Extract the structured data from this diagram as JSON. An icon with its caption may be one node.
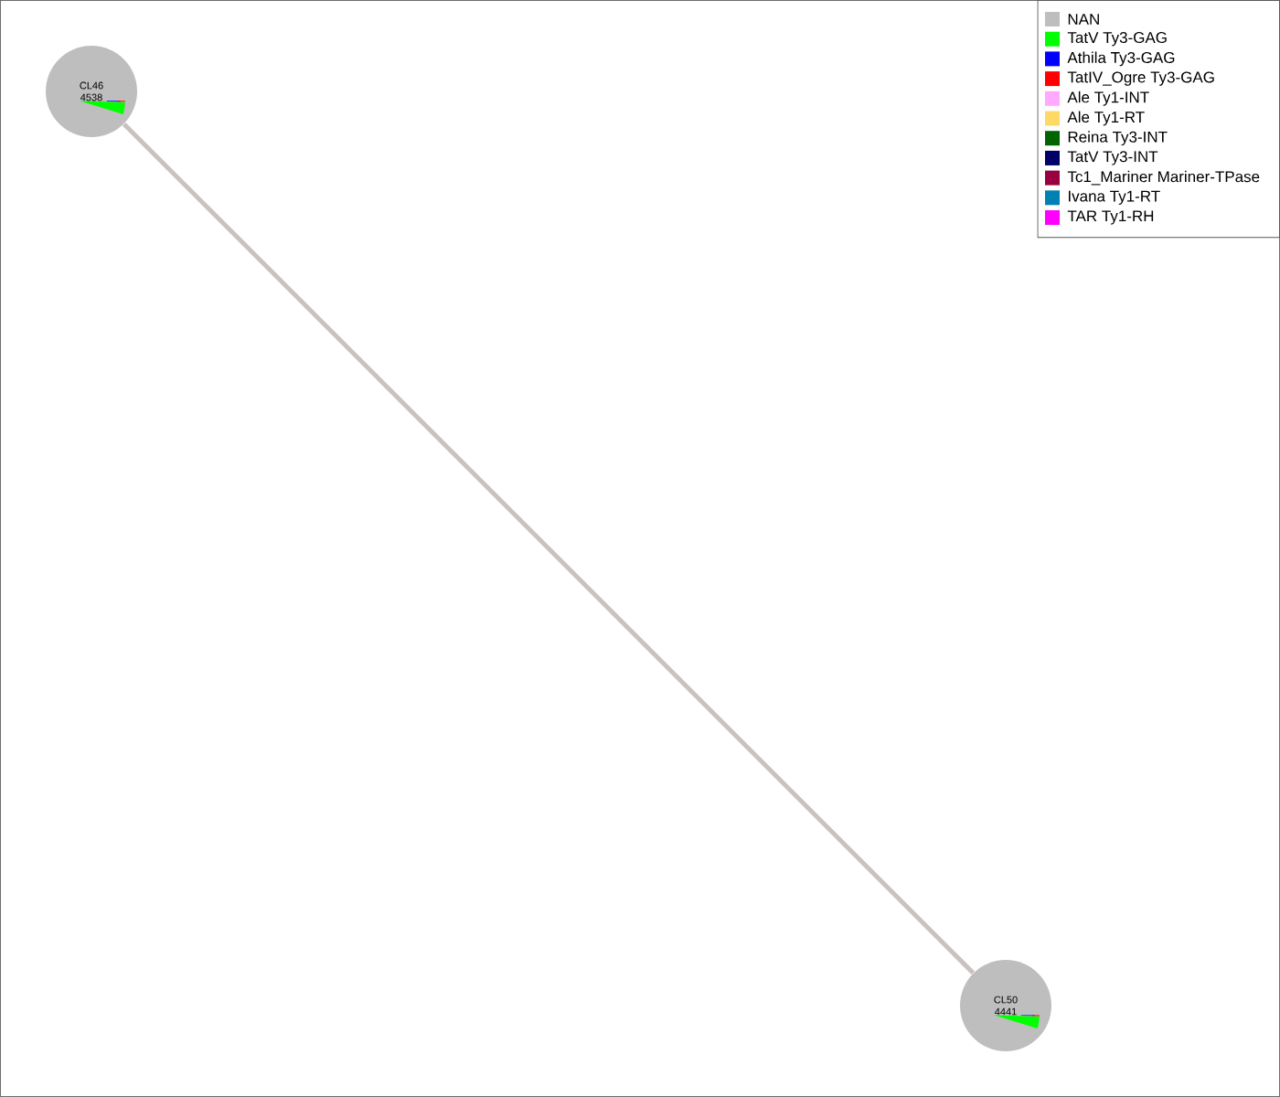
{
  "diagram": {
    "nodes": [
      {
        "text": [
          "CL46",
          "4538"
        ]
      },
      {
        "text": [
          "CL50",
          "4441"
        ]
      }
    ],
    "edges": [
      {
        "from": 0,
        "to": 1,
        "arrow": "none",
        "color": "#cbc1c1"
      }
    ],
    "legend": [
      {
        "text": "NAN",
        "color": "#bebebe"
      },
      {
        "text": "TatV Ty3-GAG",
        "color": "#00ff00"
      },
      {
        "text": "Athila Ty3-GAG",
        "color": "#0000ff"
      },
      {
        "text": "TatIV_Ogre Ty3-GAG",
        "color": "#ff0000"
      },
      {
        "text": "Ale Ty1-INT",
        "color": "#ffaaff"
      },
      {
        "text": "Ale Ty1-RT",
        "color": "#ffd966"
      },
      {
        "text": "Reina Ty3-INT",
        "color": "#006400"
      },
      {
        "text": "TatV Ty3-INT",
        "color": "#000066"
      },
      {
        "text": "Tc1_Mariner Mariner-TPase",
        "color": "#990040"
      },
      {
        "text": "Ivana Ty1-RT",
        "color": "#0080b3"
      },
      {
        "text": "TAR Ty1-RH",
        "color": "#ff00ff"
      }
    ]
  }
}
